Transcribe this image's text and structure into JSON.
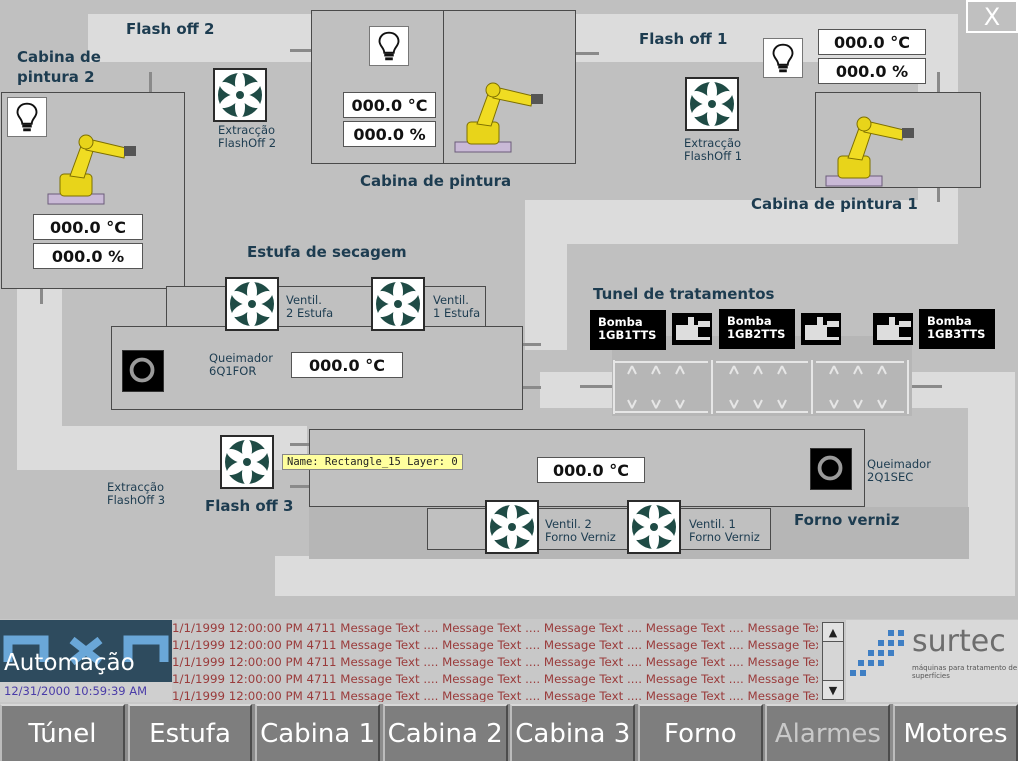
{
  "window": {
    "close_label": "X"
  },
  "areas": {
    "flash_off_2": "Flash off 2",
    "flash_off_1": "Flash off 1",
    "cabina_pintura_2": "Cabina de\npintura 2",
    "cabina_pintura": "Cabina de pintura",
    "cabina_pintura_1": "Cabina de pintura 1",
    "estufa_secagem": "Estufa de secagem",
    "tunel_tratamentos": "Tunel de tratamentos",
    "flash_off_3": "Flash off 3",
    "forno_verniz": "Forno verniz"
  },
  "fans": {
    "extraccao_flashoff_2": "Extracção\nFlashOff 2",
    "extraccao_flashoff_1": "Extracção\nFlashOff 1",
    "ventil_2_estufa": "Ventil.\n2 Estufa",
    "ventil_1_estufa": "Ventil.\n1 Estufa",
    "extraccao_flashoff_3": "Extracção\nFlashOff 3",
    "ventil_2_forno": "Ventil. 2\nForno Verniz",
    "ventil_1_forno": "Ventil. 1\nForno Verniz"
  },
  "burners": {
    "queimador_6q1for": "Queimador\n6Q1FOR",
    "queimador_2q1sec": "Queimador\n2Q1SEC"
  },
  "readings": {
    "cabina_pintura_temp": "000.0 °C",
    "cabina_pintura_hum": "000.0 %",
    "cabina_1_temp": "000.0 °C",
    "cabina_1_hum": "000.0 %",
    "cabina_2_temp": "000.0 °C",
    "cabina_2_hum": "000.0 %",
    "estufa_temp": "000.0 °C",
    "forno_temp": "000.0 °C"
  },
  "pumps": {
    "bomba_1": "Bomba\n1GB1TTS",
    "bomba_2": "Bomba\n1GB2TTS",
    "bomba_3": "Bomba\n1GB3TTS"
  },
  "tooltip": "Name: Rectangle_15  Layer: 0",
  "alarms": {
    "rows": [
      "1/1/1999 12:00:00 PM  4711 Message Text .... Message Text .... Message Text .... Message Text .... Message Text",
      "1/1/1999 12:00:00 PM  4711 Message Text .... Message Text .... Message Text .... Message Text .... Message Text",
      "1/1/1999 12:00:00 PM  4711 Message Text .... Message Text .... Message Text .... Message Text .... Message Text",
      "1/1/1999 12:00:00 PM  4711 Message Text .... Message Text .... Message Text .... Message Text .... Message Text",
      "1/1/1999 12:00:00 PM  4711 Message Text .... Message Text .... Message Text .... Message Text .... Message Text"
    ]
  },
  "branding": {
    "company": "Automação",
    "datetime": "12/31/2000 10:59:39 AM",
    "surtec": "surtec",
    "surtec_tagline": "máquinas para tratamento de superfícies"
  },
  "nav": {
    "tunel": "Túnel",
    "estufa": "Estufa",
    "cabina1": "Cabina 1",
    "cabina2": "Cabina 2",
    "cabina3": "Cabina 3",
    "forno": "Forno",
    "alarmes": "Alarmes",
    "motores": "Motores"
  },
  "colors": {
    "label": "#1d3c50",
    "alarm_text": "#9a3b3b",
    "tooltip_bg": "#ffff9e"
  },
  "icons": {
    "fan": "fan-icon",
    "bulb": "bulb-icon",
    "robot": "robot-arm-icon",
    "burner": "burner-icon",
    "pump": "pump-icon"
  }
}
